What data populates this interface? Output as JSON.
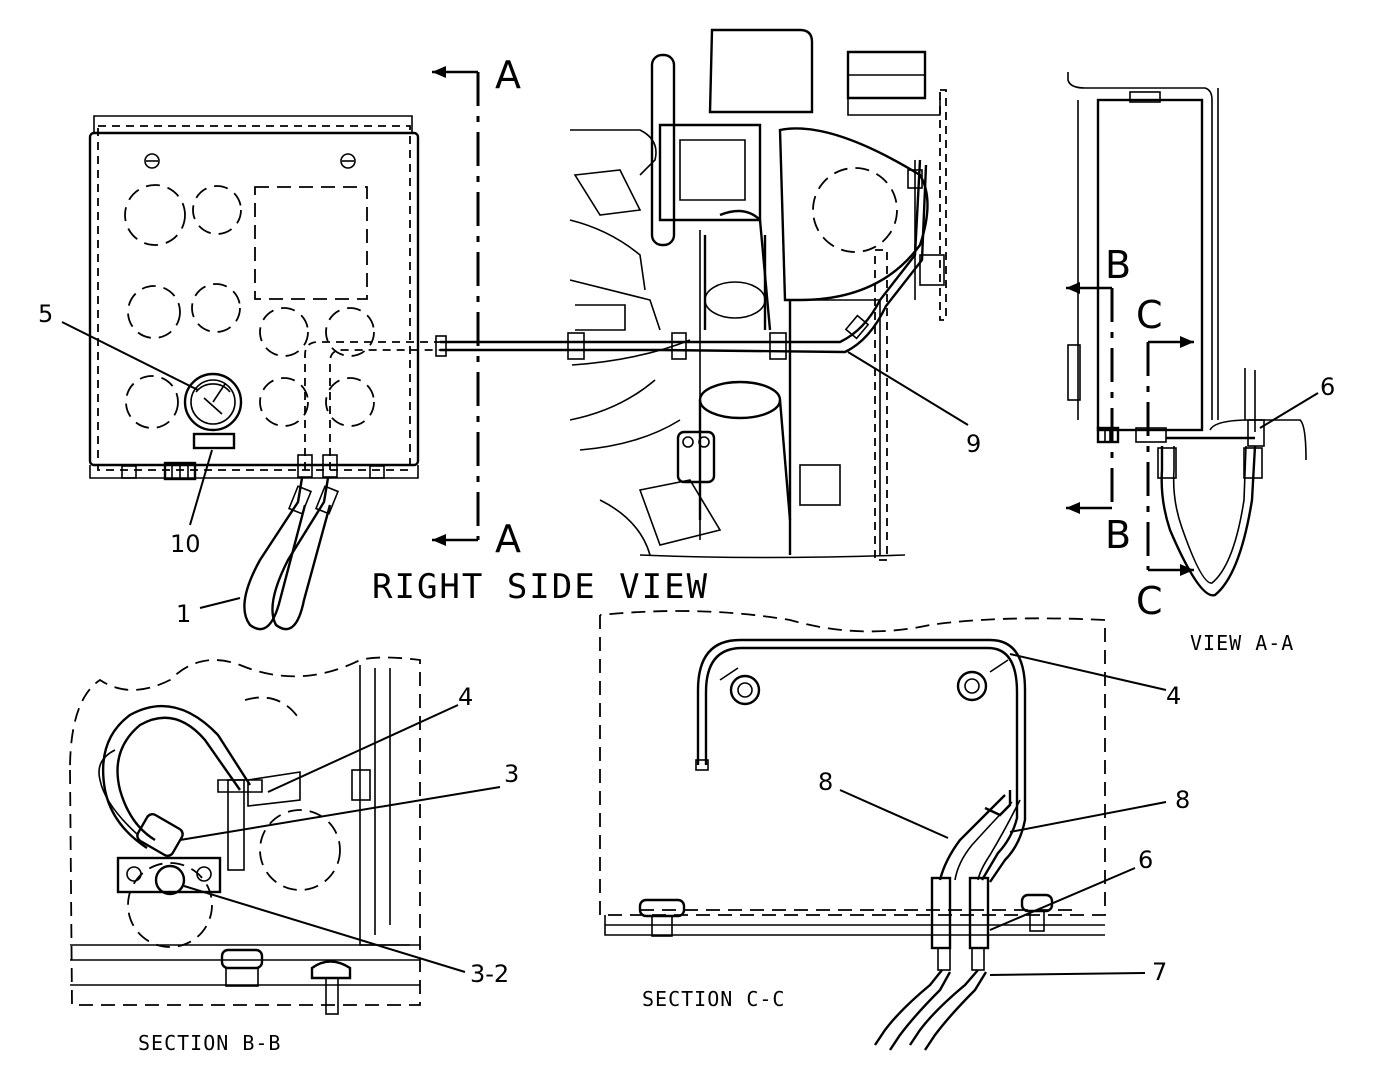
{
  "titles": {
    "right_side_view": "RIGHT SIDE VIEW",
    "view_a_a": "VIEW A-A",
    "section_b_b": "SECTION B-B",
    "section_c_c": "SECTION C-C"
  },
  "section_markers": {
    "a_top": "A",
    "a_bottom": "A",
    "b_top": "B",
    "b_bottom": "B",
    "c_top": "C",
    "c_bottom": "C"
  },
  "callouts": {
    "right_side": [
      "5",
      "10",
      "1",
      "9"
    ],
    "view_aa": [
      "6"
    ],
    "section_bb": [
      "4",
      "3",
      "3-2"
    ],
    "section_cc": [
      "4",
      "8",
      "8",
      "6",
      "7"
    ]
  }
}
